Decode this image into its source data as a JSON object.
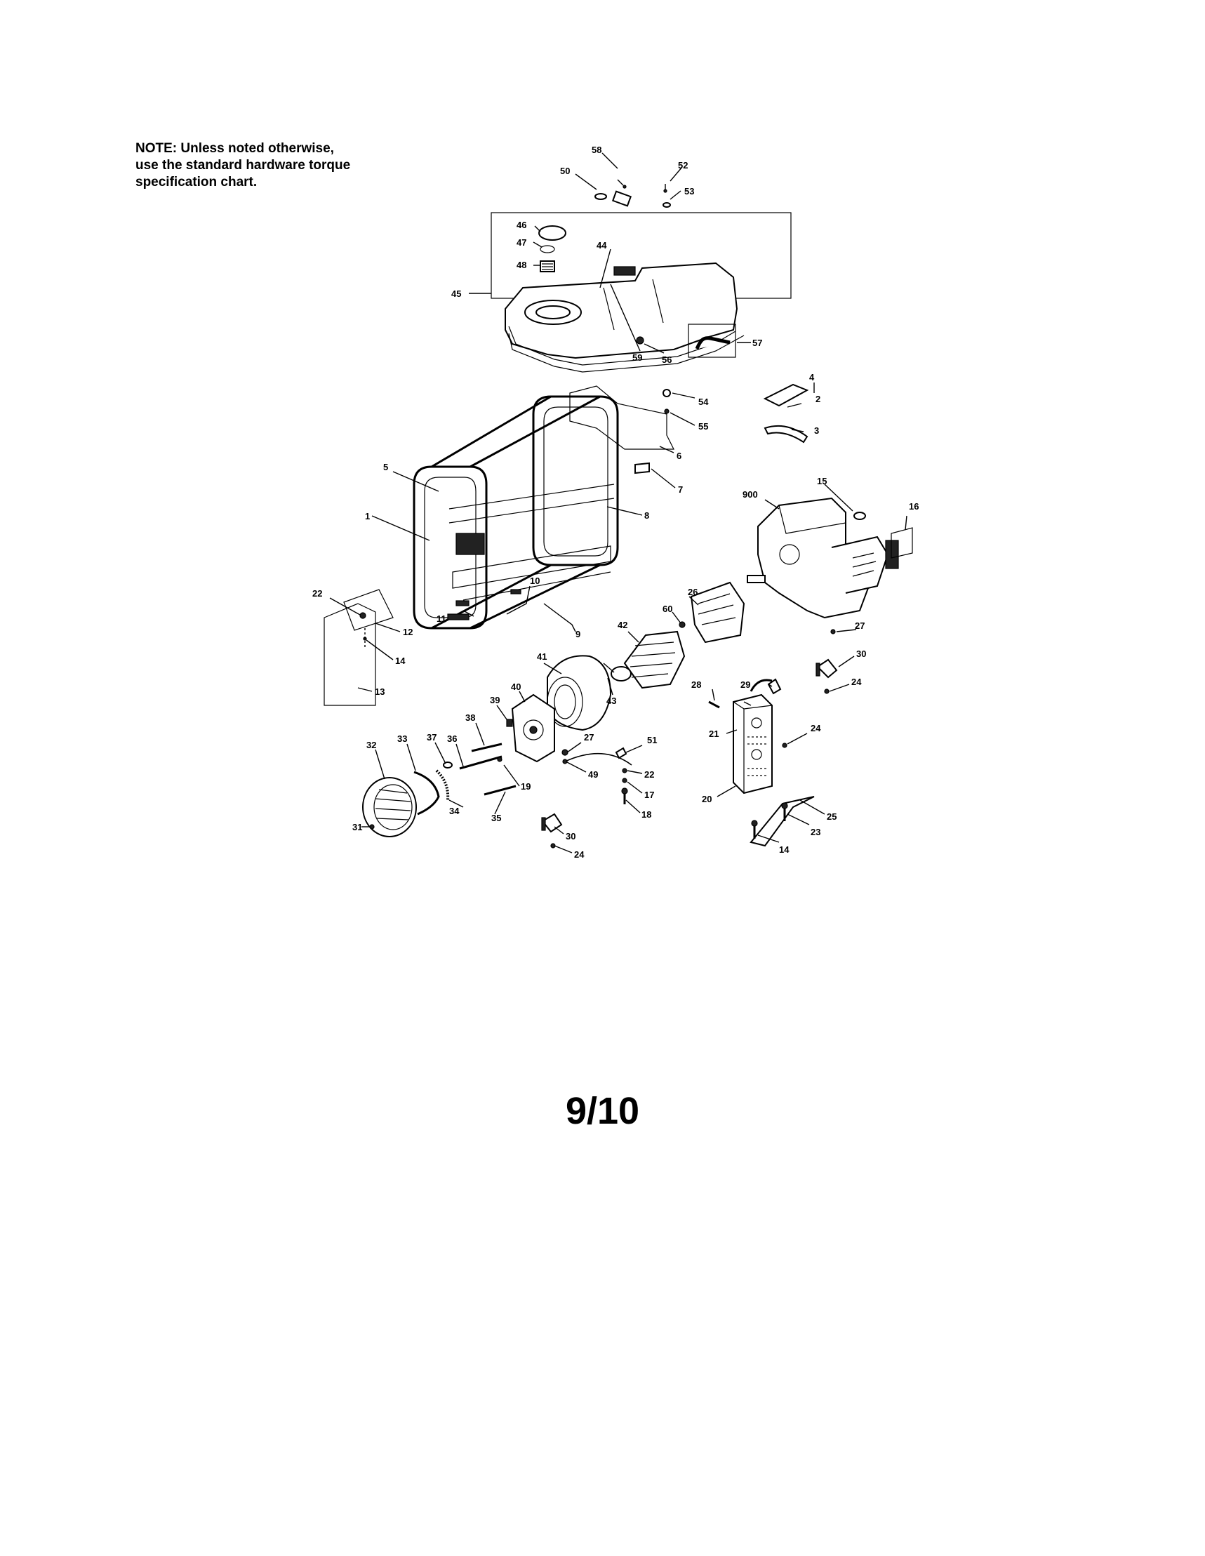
{
  "note": {
    "line1": "NOTE: Unless noted otherwise,",
    "line2": "use the standard hardware torque",
    "line3": "specification chart."
  },
  "page_number": "9/10",
  "callouts": {
    "c1": "1",
    "c2": "2",
    "c3": "3",
    "c4": "4",
    "c5": "5",
    "c6": "6",
    "c7": "7",
    "c8": "8",
    "c9": "9",
    "c10": "10",
    "c11": "11",
    "c12": "12",
    "c13": "13",
    "c14a": "14",
    "c14b": "14",
    "c15": "15",
    "c16": "16",
    "c17": "17",
    "c18": "18",
    "c19": "19",
    "c20": "20",
    "c21": "21",
    "c22a": "22",
    "c22b": "22",
    "c23": "23",
    "c24a": "24",
    "c24b": "24",
    "c24c": "24",
    "c25": "25",
    "c26": "26",
    "c27a": "27",
    "c27b": "27",
    "c28": "28",
    "c29": "29",
    "c30a": "30",
    "c30b": "30",
    "c31": "31",
    "c32": "32",
    "c33": "33",
    "c34": "34",
    "c35": "35",
    "c36": "36",
    "c37": "37",
    "c38": "38",
    "c39": "39",
    "c40": "40",
    "c41": "41",
    "c42": "42",
    "c43": "43",
    "c44": "44",
    "c45": "45",
    "c46": "46",
    "c47": "47",
    "c48": "48",
    "c49": "49",
    "c50": "50",
    "c51": "51",
    "c52": "52",
    "c53": "53",
    "c54": "54",
    "c55": "55",
    "c56": "56",
    "c57": "57",
    "c58": "58",
    "c59": "59",
    "c60": "60",
    "c900": "900"
  }
}
